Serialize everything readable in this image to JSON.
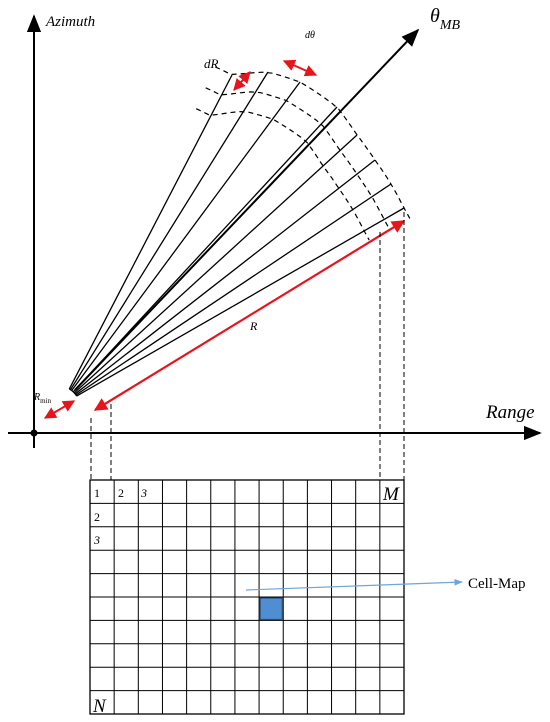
{
  "axes": {
    "vertical_label": "Azimuth",
    "horizontal_label": "Range",
    "beam_label": "θ",
    "beam_label_subscript": "MB"
  },
  "annotations": {
    "d_theta": "dθ",
    "d_r": "dR",
    "r": "R",
    "r_min": "R",
    "r_min_subscript": "min",
    "cell_map": "Cell-Map"
  },
  "grid": {
    "columns": 13,
    "rows": 10,
    "col_labels": [
      "1",
      "2",
      "3"
    ],
    "row_labels": [
      "2",
      "3"
    ],
    "last_col_label": "M",
    "last_row_label": "N",
    "highlight_cell": {
      "col": 7,
      "row": 5
    }
  },
  "colors": {
    "ink": "#000000",
    "arrow_red": "#e8141b",
    "cell_fill": "#4f8fd1",
    "cell_map_arrow": "#6fa5d8"
  }
}
